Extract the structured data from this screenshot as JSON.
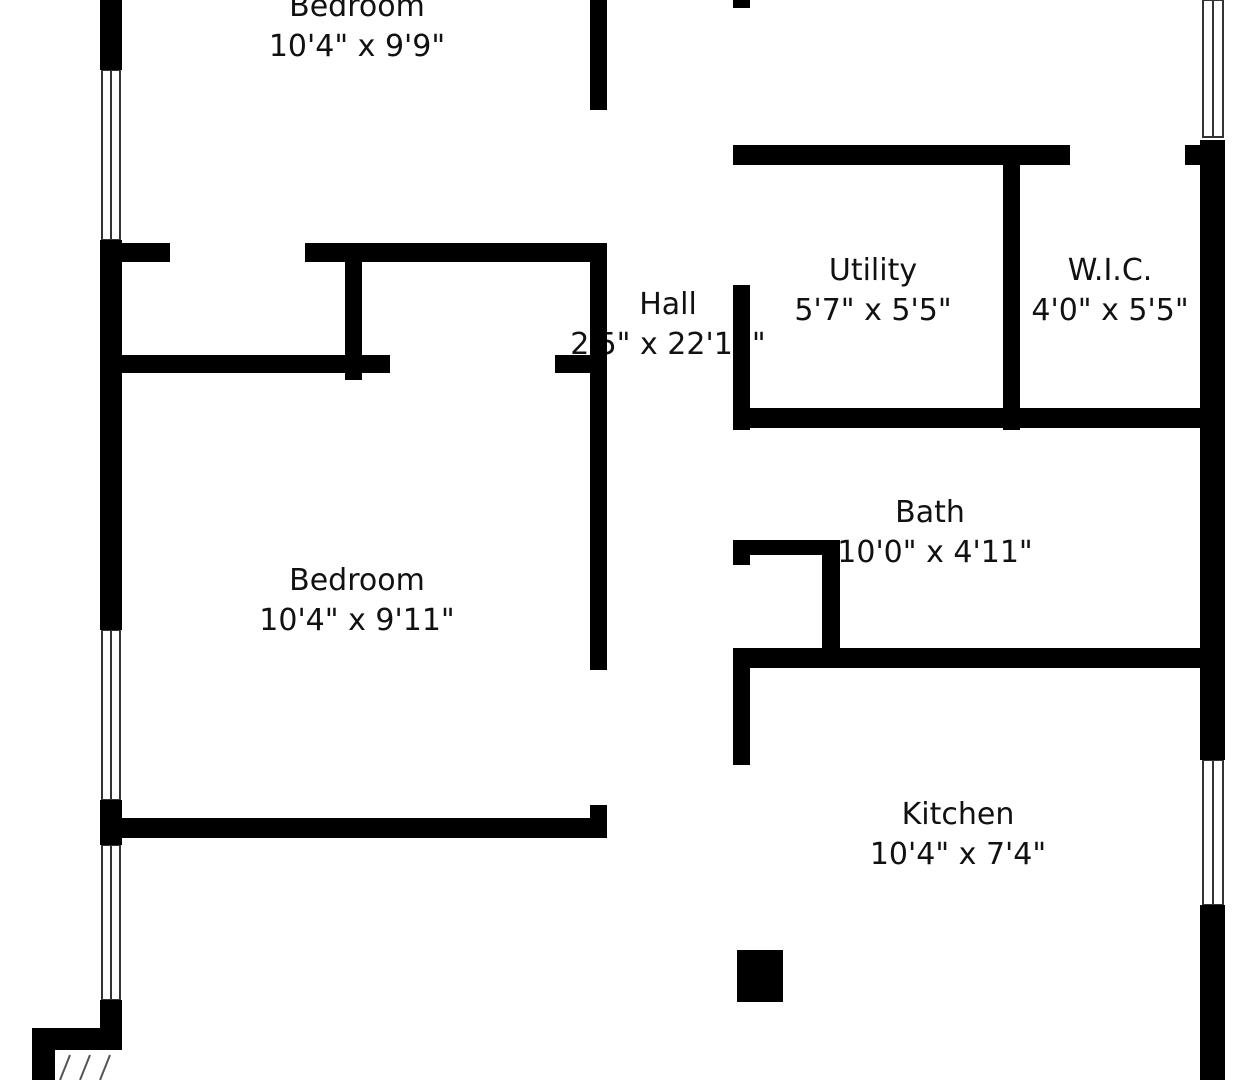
{
  "colors": {
    "wall": "#000000",
    "background": "#ffffff"
  },
  "rooms": [
    {
      "name": "Bedroom",
      "dims": "10'4\" x 9'9\""
    },
    {
      "name": "Hall",
      "dims": "2'5\" x 22'10\""
    },
    {
      "name": "Utility",
      "dims": "5'7\" x 5'5\""
    },
    {
      "name": "W.I.C.",
      "dims": "4'0\" x 5'5\""
    },
    {
      "name": "Bath",
      "dims": "10'0\" x 4'11\""
    },
    {
      "name": "Bedroom",
      "dims": "10'4\" x 9'11\""
    },
    {
      "name": "Kitchen",
      "dims": "10'4\" x 7'4\""
    }
  ]
}
